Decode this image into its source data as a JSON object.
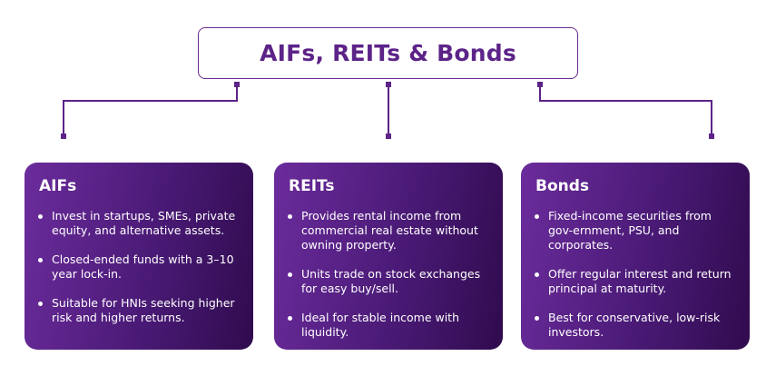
{
  "title": "AIFs, REITs & Bonds",
  "colors": {
    "accent": "#6a2a8e",
    "card_start": "#6b2c9c",
    "card_end": "#300b4e"
  },
  "cards": [
    {
      "title": "AIFs",
      "points": [
        "Invest in startups, SMEs, private equity, and alternative assets.",
        "Closed-ended funds with a 3–10 year lock-in.",
        "Suitable for HNIs seeking higher risk and higher returns."
      ]
    },
    {
      "title": "REITs",
      "points": [
        "Provides rental income from commercial real estate without owning property.",
        "Units trade on stock exchanges for easy buy/sell.",
        "Ideal for stable income with liquidity."
      ]
    },
    {
      "title": "Bonds",
      "points": [
        "Fixed-income securities from gov-ernment, PSU, and corporates.",
        "Offer regular interest and return principal at maturity.",
        "Best for conservative, low-risk investors."
      ]
    }
  ]
}
